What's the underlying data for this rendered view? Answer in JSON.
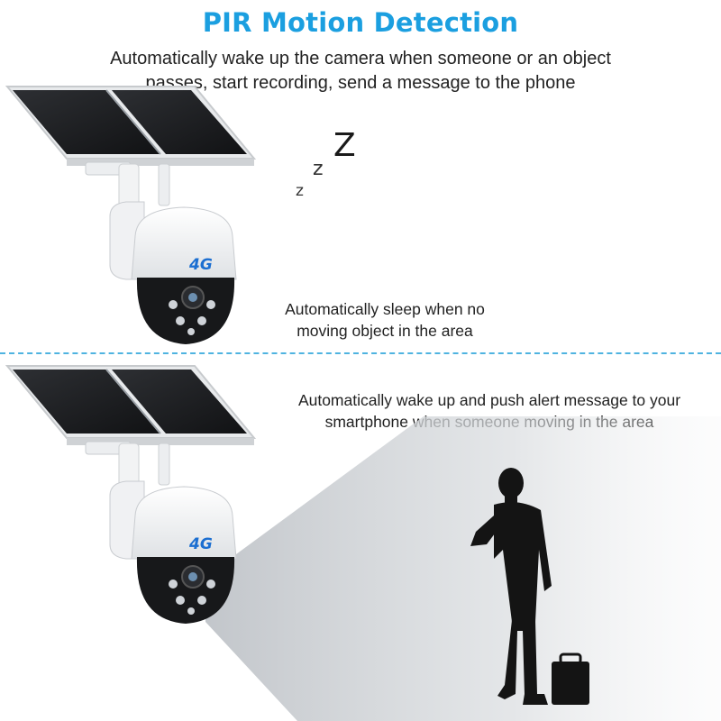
{
  "header": {
    "title": "PIR Motion Detection",
    "subtitle_line1": "Automatically wake up the camera when someone or an object",
    "subtitle_line2": "passes, start recording, send a message to the phone"
  },
  "sleep_scene": {
    "sleep_symbol": [
      "z",
      "z",
      "Z"
    ],
    "caption_line1": "Automatically sleep when no",
    "caption_line2": "moving object in the area"
  },
  "alert_scene": {
    "caption_line1": "Automatically wake up and push alert message to your",
    "caption_line2": "smartphone when someone moving in the area"
  },
  "camera": {
    "badge": "4G"
  },
  "colors": {
    "accent": "#1b9fe0",
    "divider": "#4fb3e0",
    "text": "#222222"
  }
}
